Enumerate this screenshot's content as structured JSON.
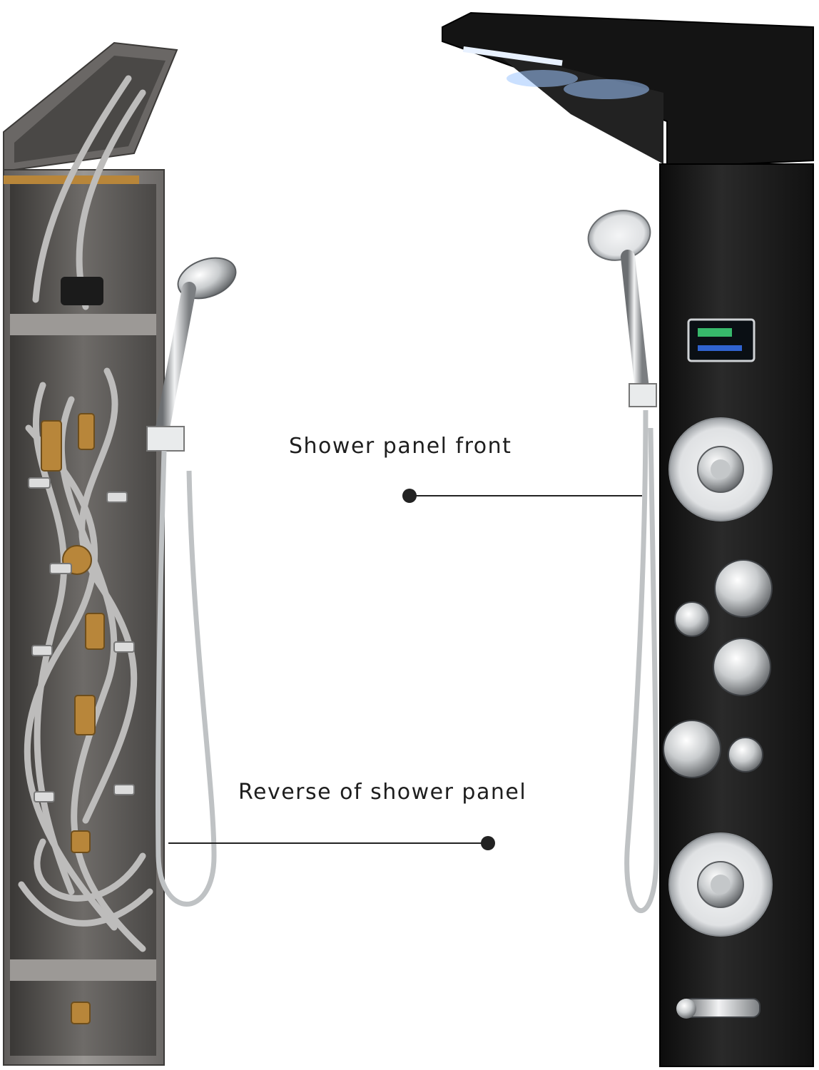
{
  "annotations": {
    "front_label": "Shower panel front",
    "reverse_label": "Reverse of shower panel"
  },
  "colors": {
    "background": "#ffffff",
    "label_text": "#1e1e1e",
    "leader_line": "#222222",
    "panel_black": "#161616",
    "panel_steel": "#8a8785",
    "chrome": "#d9dcde",
    "brass": "#b8863a",
    "display_screen": "#0a0f14"
  },
  "panels": [
    {
      "name": "reverse-panel",
      "material": "brushed steel",
      "contents": [
        "hoses",
        "brass valves",
        "handheld shower"
      ]
    },
    {
      "name": "front-panel",
      "material": "black",
      "contents": [
        "rain shower head",
        "LED display",
        "body jets",
        "control knobs",
        "handheld shower",
        "tub spout"
      ]
    }
  ]
}
